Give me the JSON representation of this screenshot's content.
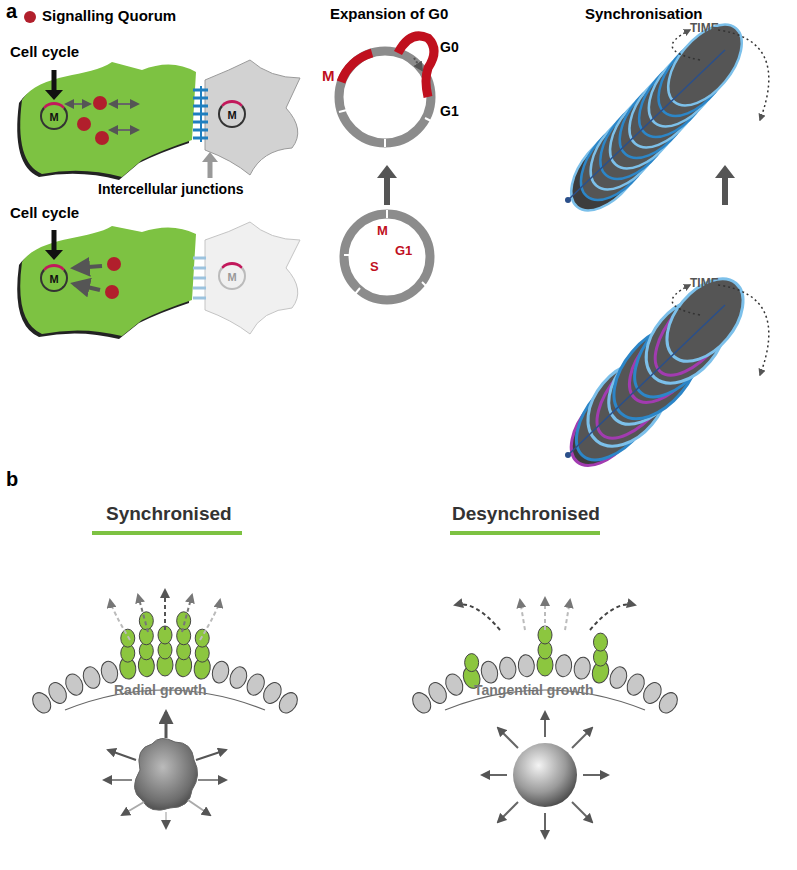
{
  "diagram": {
    "nodes": [
      {
        "text": [
          "M"
        ]
      },
      {
        "text": [
          "M"
        ]
      },
      {
        "text": [
          "M"
        ]
      },
      {
        "text": [
          "M"
        ]
      }
    ],
    "labels": [
      "a",
      "Cell cycle",
      "Intercellular junctions",
      "Cell cycle",
      "Expansion of G0",
      "M",
      "G0",
      "G1",
      "M",
      "G1",
      "S",
      "Synchronisation",
      "TIME",
      "TIME",
      "b",
      "Synchronised",
      "Desynchronised",
      "Radial growth",
      "Tangential growth"
    ],
    "legend": [
      {
        "text": "Signalling Quorum",
        "color": "#b11f2c"
      }
    ]
  }
}
